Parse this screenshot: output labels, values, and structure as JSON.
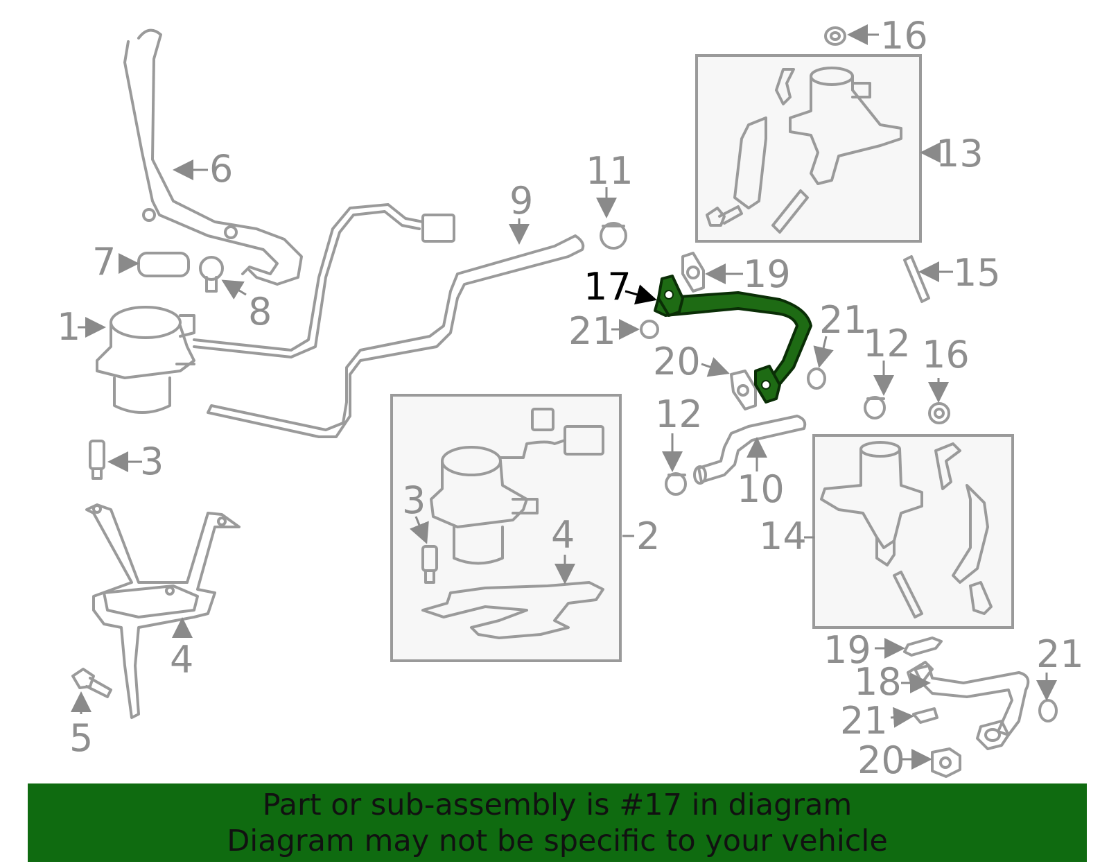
{
  "colors": {
    "banner": "#0f6b10",
    "highlight": "#1e6b14",
    "part_stroke": "#9a9a9a",
    "label": "#8e8e8e",
    "highlight_label": "#000000"
  },
  "callouts": {
    "c1": "1",
    "c2": "2",
    "c3a": "3",
    "c3b": "3",
    "c4a": "4",
    "c4b": "4",
    "c5": "5",
    "c6": "6",
    "c7": "7",
    "c8": "8",
    "c9": "9",
    "c10": "10",
    "c11": "11",
    "c12a": "12",
    "c12b": "12",
    "c13": "13",
    "c14": "14",
    "c15": "15",
    "c16a": "16",
    "c16b": "16",
    "c17": "17",
    "c18": "18",
    "c19a": "19",
    "c19b": "19",
    "c20a": "20",
    "c20b": "20",
    "c21a": "21",
    "c21b": "21",
    "c21c": "21",
    "c21d": "21"
  },
  "banner": {
    "line1": "Part or sub-assembly is #17 in diagram",
    "line2": "Diagram may not be specific to your vehicle"
  }
}
